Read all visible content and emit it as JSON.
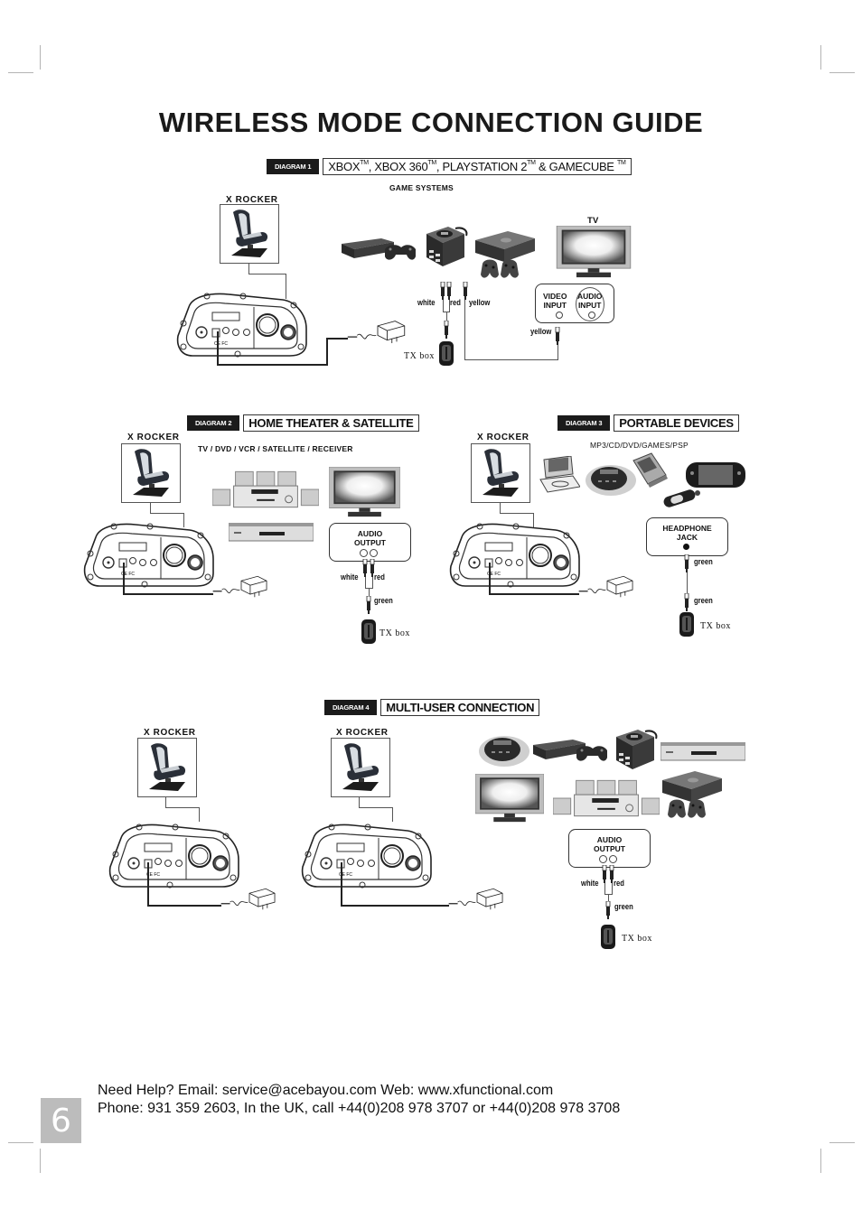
{
  "page": {
    "title": "WIRELESS MODE CONNECTION GUIDE",
    "page_number": "6"
  },
  "diagram1": {
    "tag": "DIAGRAM 1",
    "label_parts": [
      "XBOX",
      "TM",
      ",  XBOX 360",
      "TM",
      ", PLAYSTATION 2",
      "TM",
      " & GAMECUBE ",
      "TM"
    ],
    "caption": "GAME SYSTEMS",
    "chair_label": "X ROCKER",
    "tv_label": "TV",
    "input_panel": {
      "video": [
        "VIDEO",
        "INPUT"
      ],
      "audio": [
        "AUDIO",
        "INPUT"
      ]
    },
    "cable_labels": {
      "white": "white",
      "red": "red",
      "yellow": "yellow",
      "yellow_tv": "yellow"
    },
    "tx_label": "TX box"
  },
  "diagram2": {
    "tag": "DIAGRAM 2",
    "label": "HOME THEATER & SATELLITE",
    "caption": "TV / DVD / VCR / SATELLITE / RECEIVER",
    "chair_label": "X ROCKER",
    "output_panel": [
      "AUDIO",
      "OUTPUT"
    ],
    "cable_labels": {
      "white": "white",
      "red": "red",
      "green": "green"
    },
    "tx_label": "TX box"
  },
  "diagram3": {
    "tag": "DIAGRAM 3",
    "label": "PORTABLE DEVICES",
    "caption": "MP3/CD/DVD/GAMES/PSP",
    "chair_label": "X ROCKER",
    "output_panel": [
      "HEADPHONE",
      "JACK"
    ],
    "cable_labels": {
      "green_top": "green",
      "green_bottom": "green"
    },
    "tx_label": "TX box"
  },
  "diagram4": {
    "tag": "DIAGRAM 4",
    "label": "MULTI-USER CONNECTION",
    "chair_labels": [
      "X ROCKER",
      "X ROCKER"
    ],
    "output_panel": [
      "AUDIO",
      "OUTPUT"
    ],
    "cable_labels": {
      "white": "white",
      "red": "red",
      "green": "green"
    },
    "tx_label": "TX box"
  },
  "footer": {
    "line1": "Need Help?  Email: service@acebayou.com     Web:  www.xfunctional.com",
    "line2": "Phone: 931 359 2603, In the UK, call +44(0)208 978 3707 or +44(0)208 978 3708"
  }
}
